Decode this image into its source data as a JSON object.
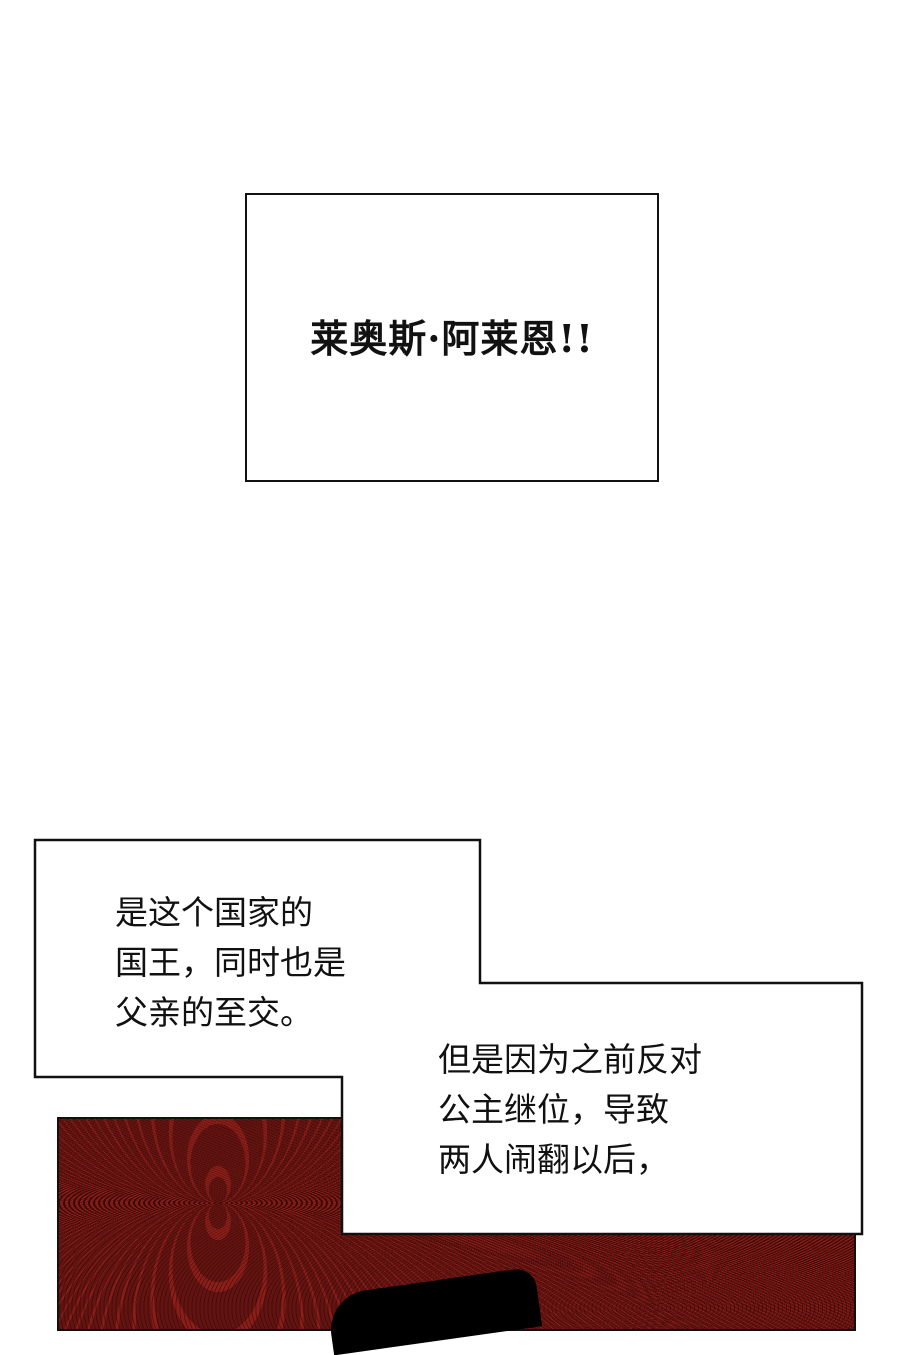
{
  "title_caption": {
    "text": "莱奥斯·阿莱恩!!"
  },
  "caption_1": {
    "lines": [
      "是这个国家的",
      "国王，同时也是",
      "父亲的至交。"
    ]
  },
  "caption_2": {
    "lines": [
      "但是因为之前反对",
      "公主继位，导致",
      "两人闹翻以后，"
    ]
  },
  "colors": {
    "panel_red": "#8c1e1a",
    "border": "#111111"
  }
}
